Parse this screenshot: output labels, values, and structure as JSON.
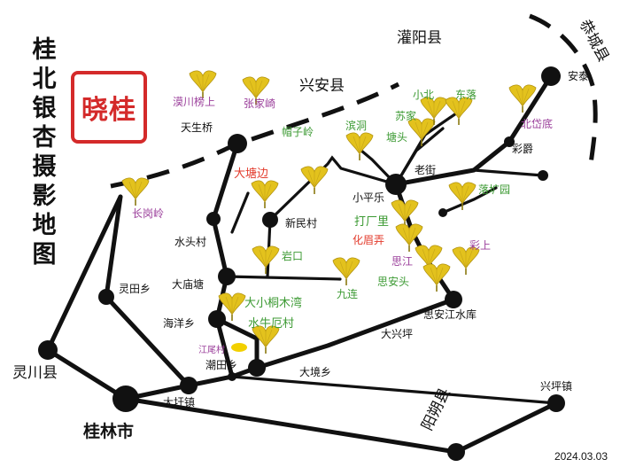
{
  "title": "桂北银杏摄影地图",
  "seal_text": "晓桂",
  "date": "2024.03.03",
  "colors": {
    "road": "#111111",
    "leaf": "#e3c21d",
    "green_label": "#3c9a33",
    "purple_label": "#9b3f9b",
    "red_label": "#e33b2c",
    "seal": "#d42a2a"
  },
  "regions": {
    "guanyang": "灌阳县",
    "xingan": "兴安县",
    "gongcheng": "恭城县",
    "yangshuo": "阳朔县",
    "lingchuan": "灵川县",
    "guilin": "桂林市"
  },
  "places": {
    "anta": "安泰",
    "caijue": "彩爵",
    "beidaidi": "北岱底",
    "luokuangyuan": "落圹园",
    "caishang": "彩上",
    "xiaobei": "小北",
    "dongluo": "东落",
    "sujia": "苏家",
    "tangtou": "塘头",
    "bindong": "滨洞",
    "laojie": "老街",
    "xiaopingle": "小平乐",
    "dachangli": "打厂里",
    "huameilong": "化眉弄",
    "sijiang": "思江",
    "sianto": "思安头",
    "sianjiang": "思安江水库",
    "daxingping": "大兴坪",
    "dajingxiang": "大境乡",
    "xingpingzhen": "兴坪镇",
    "chaotianxiang": "潮田乡",
    "jiangweicun": "江尾村",
    "haiyangxiang": "海洋乡",
    "dashuizhen": "大圩镇",
    "lingtianxiang": "灵田乡",
    "changganling": "长岗岭",
    "shuitoucun": "水头村",
    "datangbian": "大塘边",
    "miaotang": "大庙塘",
    "xinmincun": "新民村",
    "yankou": "岩口",
    "jiulian": "九连",
    "dxtongmuwan": "大小桐木湾",
    "shuiniuecun": "水牛厄村",
    "maoziling": "帽子岭",
    "tianshengqiao": "天生桥",
    "manchuanbangshang": "漠川榜上",
    "zhangjiaqi": "张家崎"
  }
}
